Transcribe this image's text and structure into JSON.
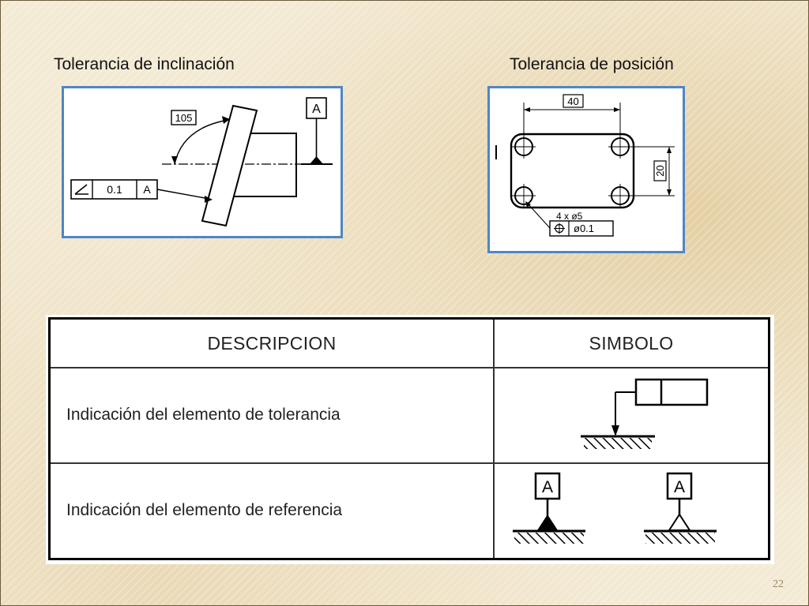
{
  "slide": {
    "left_caption": "Tolerancia de inclinación",
    "right_caption": "Tolerancia de posición",
    "page_number": "22"
  },
  "inclination_figure": {
    "angle_value": "105",
    "datum_letter": "A",
    "tolerance_value": "0.1",
    "frame_datum": "A"
  },
  "position_figure": {
    "width_dim": "40",
    "height_dim": "20",
    "holes_note": "4 x ø5",
    "tolerance_value": "ø0.1"
  },
  "table": {
    "header_description": "DESCRIPCION",
    "header_symbol": "SIMBOLO",
    "rows": [
      {
        "description": "Indicación del elemento de tolerancia"
      },
      {
        "description": "Indicación del elemento de referencia",
        "datum_letter_1": "A",
        "datum_letter_2": "A"
      }
    ]
  },
  "colors": {
    "figure_border": "#4f86c6",
    "background": "#f3ead4"
  }
}
